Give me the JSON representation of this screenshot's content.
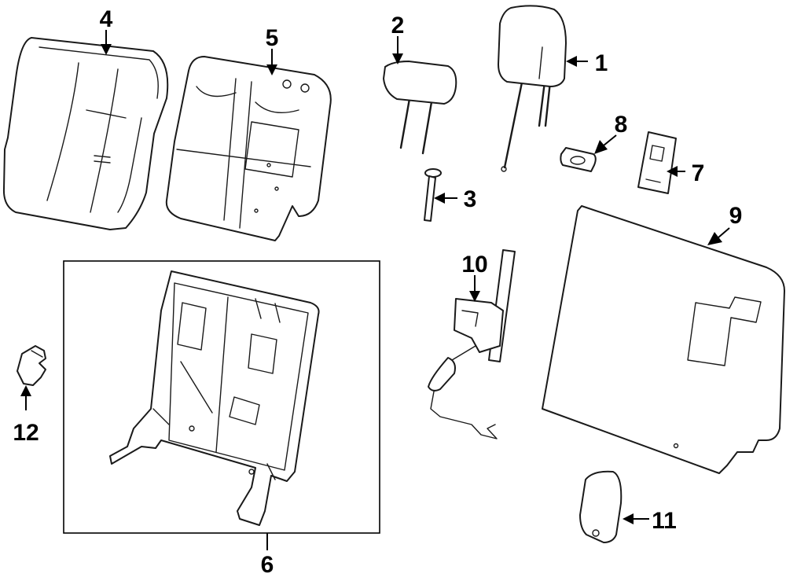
{
  "diagram": {
    "callouts": [
      {
        "id": "1",
        "label": "1"
      },
      {
        "id": "2",
        "label": "2"
      },
      {
        "id": "3",
        "label": "3"
      },
      {
        "id": "4",
        "label": "4"
      },
      {
        "id": "5",
        "label": "5"
      },
      {
        "id": "6",
        "label": "6"
      },
      {
        "id": "7",
        "label": "7"
      },
      {
        "id": "8",
        "label": "8"
      },
      {
        "id": "9",
        "label": "9"
      },
      {
        "id": "10",
        "label": "10"
      },
      {
        "id": "11",
        "label": "11"
      },
      {
        "id": "12",
        "label": "12"
      }
    ],
    "parts": [
      {
        "callout": "1",
        "icon": "headrest-icon"
      },
      {
        "callout": "2",
        "icon": "headrest-small-icon"
      },
      {
        "callout": "3",
        "icon": "bolt-icon"
      },
      {
        "callout": "4",
        "icon": "seatback-cover-icon"
      },
      {
        "callout": "5",
        "icon": "seatback-pad-icon"
      },
      {
        "callout": "6",
        "icon": "seatback-frame-icon"
      },
      {
        "callout": "7",
        "icon": "guide-bracket-icon"
      },
      {
        "callout": "8",
        "icon": "headrest-guide-icon"
      },
      {
        "callout": "9",
        "icon": "back-panel-icon"
      },
      {
        "callout": "10",
        "icon": "latch-assembly-icon"
      },
      {
        "callout": "11",
        "icon": "trim-cover-icon"
      },
      {
        "callout": "12",
        "icon": "clip-icon"
      }
    ]
  }
}
